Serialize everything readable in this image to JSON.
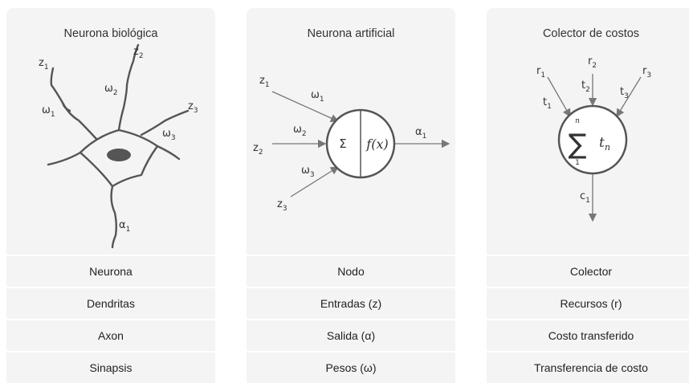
{
  "panels": [
    {
      "title": "Neurona biológica",
      "rows": [
        "Neurona",
        "Dendritas",
        "Axon",
        "Sinapsis"
      ]
    },
    {
      "title": "Neurona artificial",
      "sum_symbol": "Σ",
      "function_label": "f(x)",
      "rows": [
        "Nodo",
        "Entradas (z)",
        "Salida (α)",
        "Pesos (ω)"
      ]
    },
    {
      "title": "Colector de costos",
      "sum_upper": "n",
      "sum_lower": "1",
      "sum_term": "t",
      "sum_term_sub": "n",
      "rows": [
        "Colector",
        "Recursos (r)",
        "Costo transferido",
        "Transferencia de costo"
      ]
    }
  ]
}
